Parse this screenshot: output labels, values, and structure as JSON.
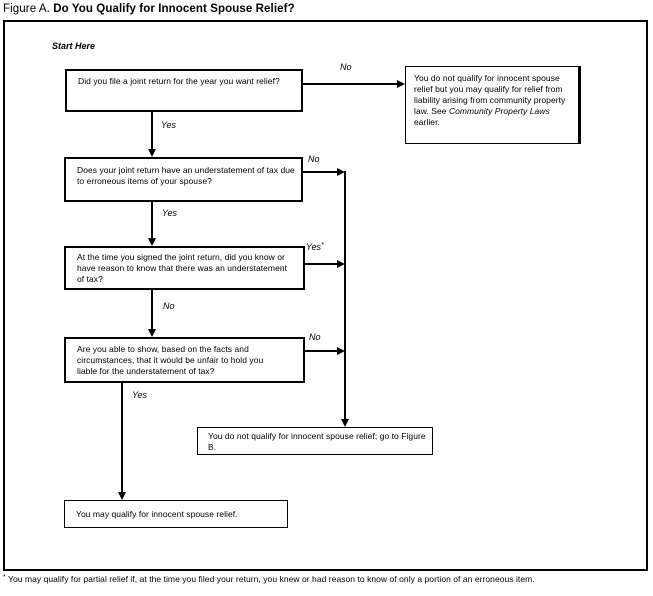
{
  "figure": {
    "label": "Figure A.",
    "title": "Do You Qualify for Innocent Spouse Relief?"
  },
  "start_here": "Start Here",
  "nodes": {
    "q1": {
      "text": "Did you file a joint return for the year you want relief?"
    },
    "q2": {
      "text": "Does your joint return have an understatement of tax due to erroneous items of your spouse?"
    },
    "q3": {
      "text": "At the time you signed the joint return, did you know or have reason to know that there was an understatement of tax?"
    },
    "q4": {
      "text": "Are you able to show, based on the facts and circumstances, that it would be unfair to hold you liable for the understatement of tax?"
    },
    "community_property": {
      "text_before": "You do not qualify for innocent spouse relief but you may qualify for relief from liability arising from community property law. See ",
      "cite": "Community Property Laws",
      "text_after": " earlier."
    },
    "figure_b": {
      "text": "You do not qualify for innocent spouse relief; go to Figure B."
    },
    "may_qualify": {
      "text": "You may qualify for innocent spouse relief."
    }
  },
  "labels": {
    "q1_no": "No",
    "q1_yes": "Yes",
    "q2_no": "No",
    "q2_yes": "Yes",
    "q3_yes": "Yes",
    "q3_yes_marker": "*",
    "q3_no": "No",
    "q4_no": "No",
    "q4_yes": "Yes"
  },
  "footnote": {
    "marker": "*",
    "text": "You may qualify for partial relief if, at the time you filed your return, you knew or had reason to know of only a portion of an erroneous item."
  },
  "colors": {
    "ink": "#000000",
    "paper": "#ffffff"
  }
}
